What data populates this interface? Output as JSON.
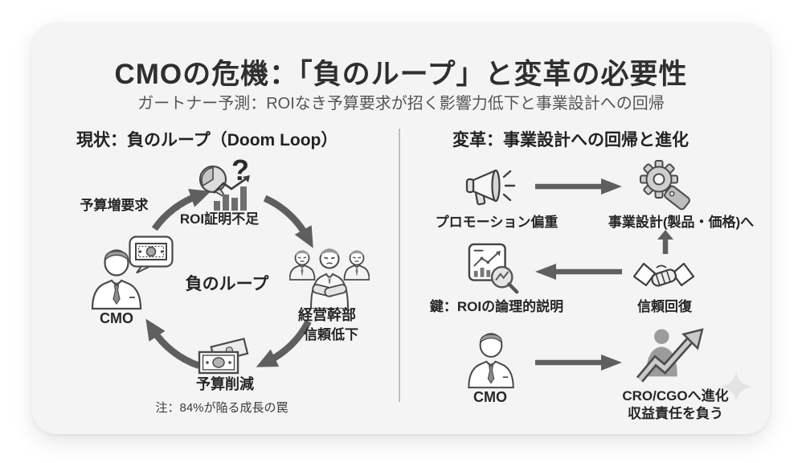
{
  "page": {
    "title": "CMOの危機：「負のループ」と変革の必要性",
    "subtitle": "ガートナー予測：ROIなき予算要求が招く影響力低下と事業設計への回帰"
  },
  "left": {
    "header": "現状：負のループ（Doom Loop）",
    "cycle_center_label": "負のループ",
    "edge_label": "予算増要求",
    "question_mark": "?",
    "nodes": {
      "roi": {
        "label": "ROI証明不足"
      },
      "executives": {
        "label": "経営幹部",
        "sublabel": "信頼低下"
      },
      "budget_cut": {
        "label": "予算削減",
        "note": "注：84%が陥る成長の罠"
      },
      "cmo": {
        "label": "CMO"
      }
    }
  },
  "right": {
    "header": "変革：事業設計への回帰と進化",
    "rows": [
      {
        "from_label": "プロモーション偏重",
        "to_label": "事業設計(製品・価格)へ"
      },
      {
        "from_label": "鍵：ROIの論理的説明",
        "to_label": "信頼回復"
      },
      {
        "from_label": "CMO",
        "to_label": "CRO/CGOへ進化",
        "to_sublabel": "収益責任を負う"
      }
    ]
  },
  "icons": {
    "question_mark_glyph": "?",
    "names": [
      "pie-bubble-icon",
      "bar-growth-icon",
      "executives-icon",
      "money-stack-icon",
      "cmo-person-icon",
      "money-bubble-icon",
      "megaphone-icon",
      "gear-tag-icon",
      "chart-magnifier-icon",
      "handshake-icon",
      "person-growth-icon"
    ]
  },
  "colors": {
    "arrow": "#5f5f5f",
    "heading": "#2f2f2f",
    "subtitle": "#555555",
    "card_bg": "#f4f4f5",
    "divider": "#bdbdbd"
  }
}
